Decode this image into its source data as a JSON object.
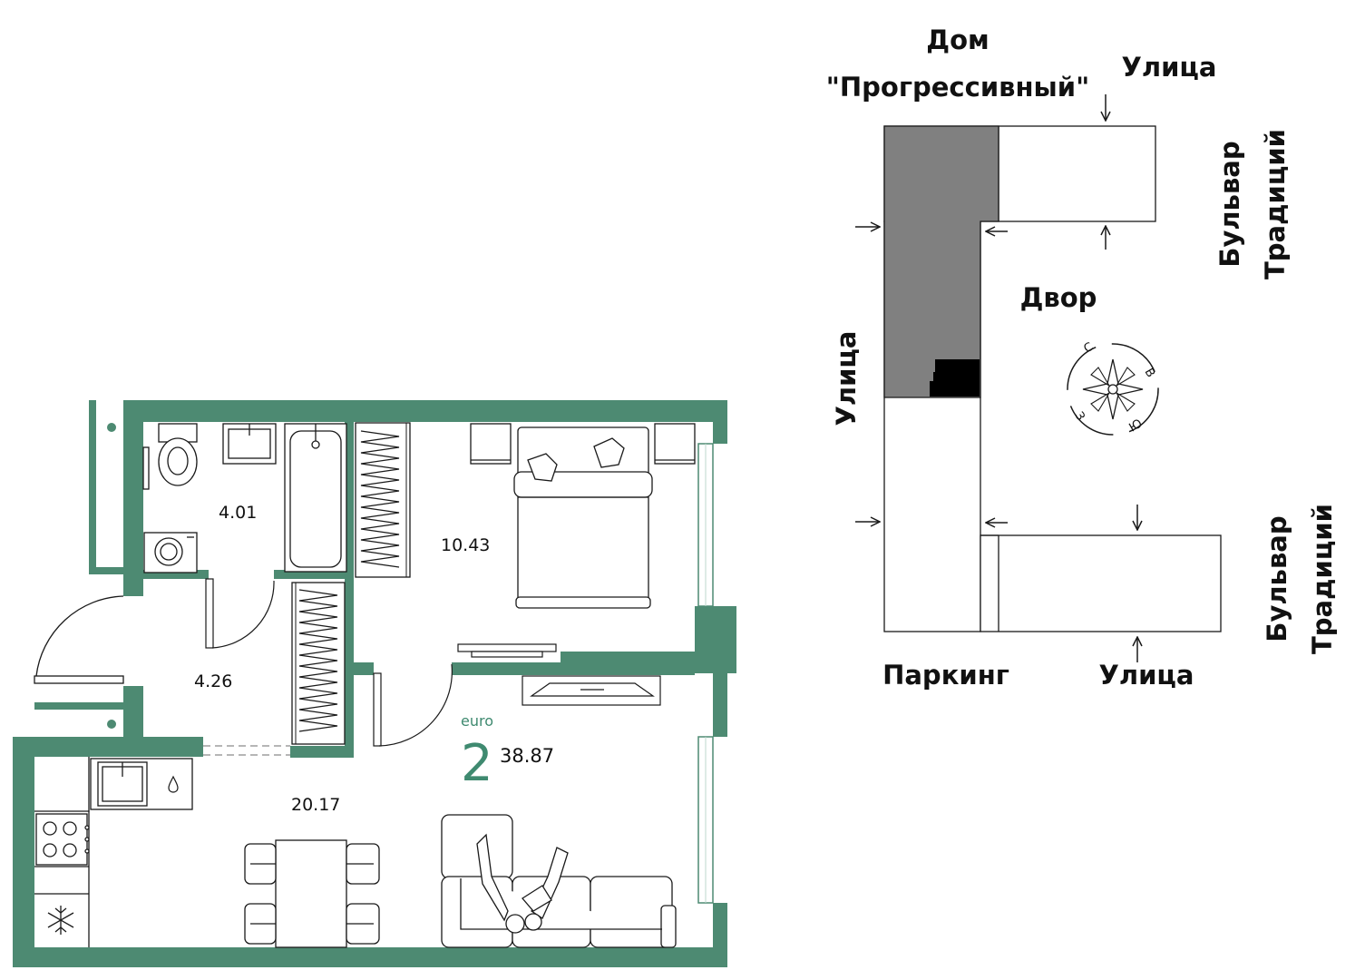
{
  "colors": {
    "wall": "#4d8a72",
    "accent_text": "#3f8a70",
    "building_fill": "#808080",
    "stair_fill": "#000000",
    "line": "#1a1a1a"
  },
  "unit": {
    "type_label": "euro",
    "rooms": "2",
    "total_area": "38.87"
  },
  "rooms": {
    "bathroom_area": "4.01",
    "bedroom_area": "10.43",
    "hallway_area": "4.26",
    "kitchen_living_area": "20.17"
  },
  "site": {
    "house_name_line1": "Дом",
    "house_name_line2": "\"Прогрессивный\"",
    "street_top": "Улица",
    "street_left": "Улица",
    "street_bottom": "Улица",
    "boulevard_top_line1": "Бульвар",
    "boulevard_top_line2": "Традиций",
    "boulevard_bottom_line1": "Бульвар",
    "boulevard_bottom_line2": "Традиций",
    "courtyard": "Двор",
    "parking": "Паркинг"
  },
  "compass": {
    "north": "С",
    "east": "В",
    "south": "Ю",
    "west": "З"
  },
  "icons": [
    "arrow-icon",
    "compass-rose-icon",
    "water-drop-icon",
    "snowflake-icon"
  ]
}
